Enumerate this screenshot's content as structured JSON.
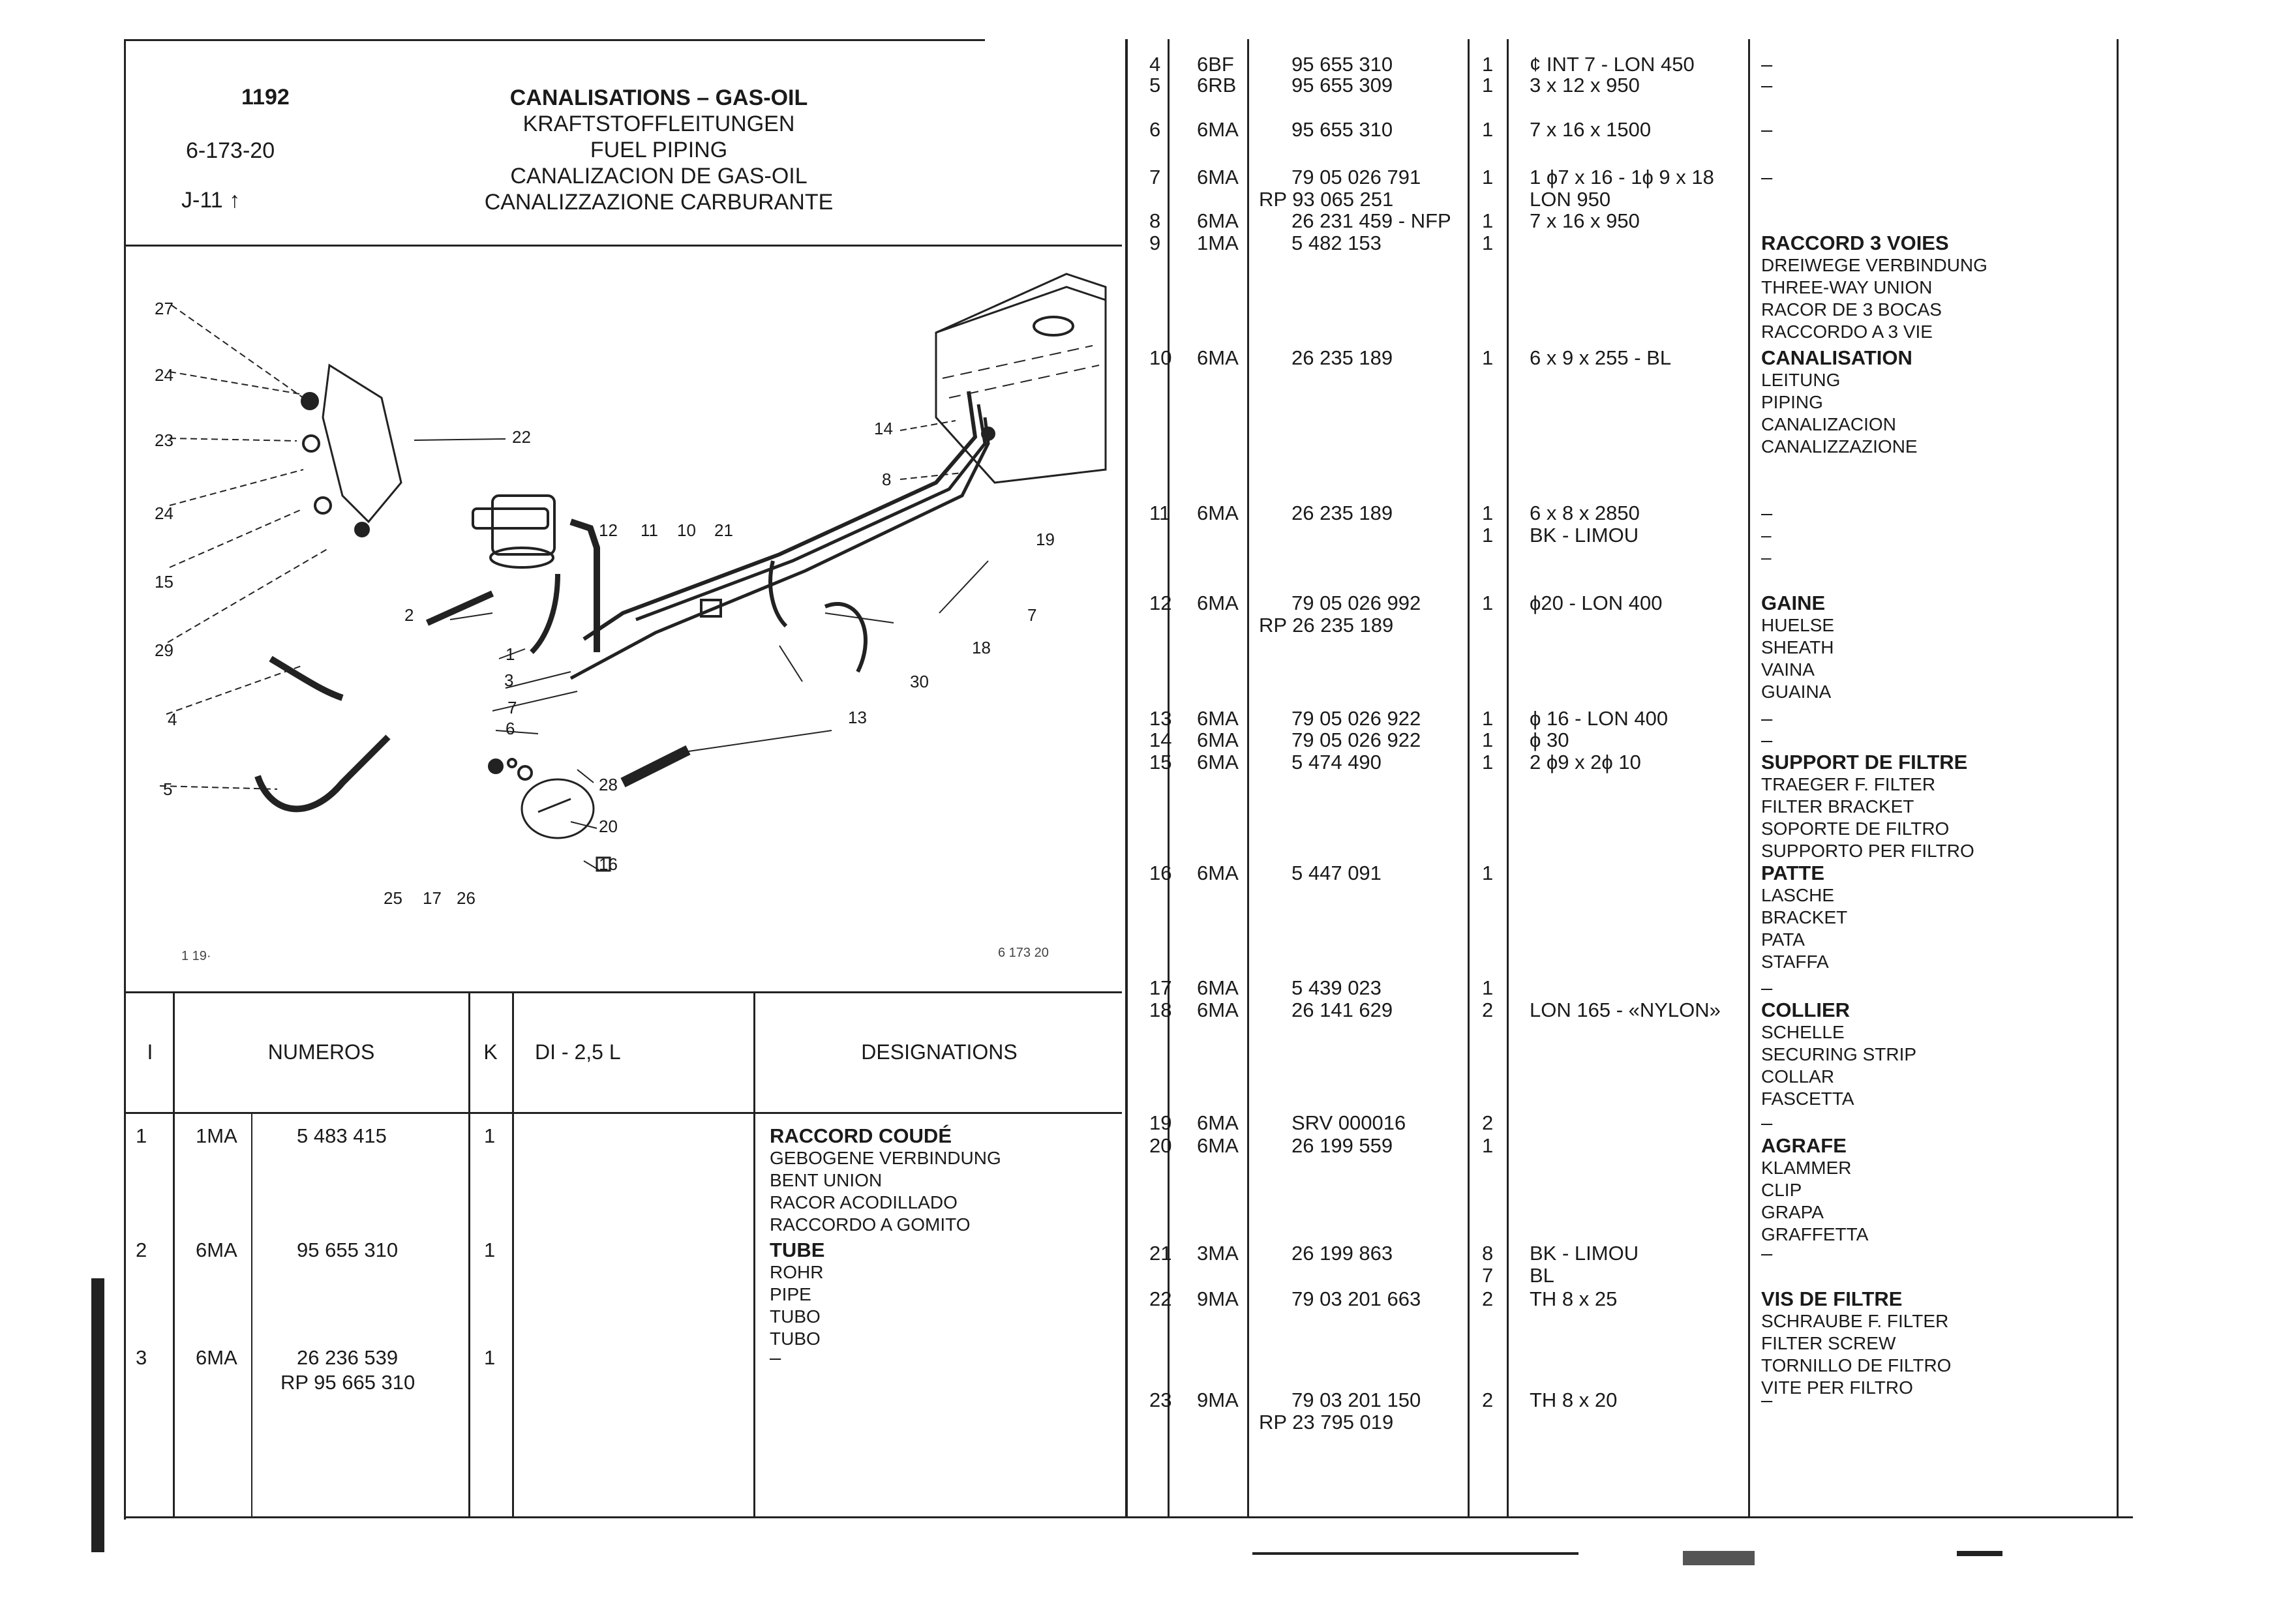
{
  "header": {
    "ref": "1192",
    "code": "6-173-20",
    "jref": "J-11",
    "titles": [
      "CANALISATIONS – GAS-OIL",
      "KRAFTSTOFFLEITUNGEN",
      "FUEL PIPING",
      "CANALIZACION DE GAS-OIL",
      "CANALIZZAZIONE CARBURANTE"
    ]
  },
  "diagram": {
    "corner_left": "1 19·",
    "corner_right": "6 173 20",
    "callouts": [
      "27",
      "24",
      "23",
      "22",
      "14",
      "8",
      "24",
      "15",
      "12",
      "11",
      "10",
      "21",
      "19",
      "2",
      "1",
      "7",
      "29",
      "3",
      "18",
      "30",
      "4",
      "7",
      "6",
      "13",
      "5",
      "28",
      "20",
      "16",
      "25",
      "17",
      "26"
    ]
  },
  "columns": {
    "i": "I",
    "numeros": "NUMEROS",
    "k": "K",
    "di": "DI - 2,5 L",
    "designations": "DESIGNATIONS"
  },
  "left_rows": [
    {
      "i": "1",
      "code": "1MA",
      "num": "5 483 415",
      "rp": "",
      "k": "1",
      "di": "",
      "des": [
        "RACCORD COUDÉ",
        "GEBOGENE VERBINDUNG",
        "BENT UNION",
        "RACOR ACODILLADO",
        "RACCORDO A GOMITO"
      ]
    },
    {
      "i": "2",
      "code": "6MA",
      "num": "95 655 310",
      "rp": "",
      "k": "1",
      "di": "",
      "des": [
        "TUBE",
        "ROHR",
        "PIPE",
        "TUBO",
        "TUBO"
      ]
    },
    {
      "i": "3",
      "code": "6MA",
      "num": "26 236 539",
      "rp": "RP 95 665 310",
      "k": "1",
      "di": "",
      "des": [
        "–"
      ]
    }
  ],
  "right_rows": [
    {
      "i": "4",
      "code": "6BF",
      "num": "95 655 310",
      "rp": "",
      "k": "1",
      "di": "¢ INT 7 - LON 450",
      "des": [
        "–"
      ]
    },
    {
      "i": "5",
      "code": "6RB",
      "num": "95 655 309",
      "rp": "",
      "k": "1",
      "di": "3 x 12 x 950",
      "des": [
        "–"
      ]
    },
    {
      "i": "6",
      "code": "6MA",
      "num": "95 655 310",
      "rp": "",
      "k": "1",
      "di": "7 x 16 x 1500",
      "des": [
        "–"
      ]
    },
    {
      "i": "7",
      "code": "6MA",
      "num": "79 05 026 791",
      "rp": "RP 93 065 251",
      "k": "1",
      "di": "1 ϕ7 x 16 - 1ϕ 9 x 18",
      "di2": "LON 950",
      "des": [
        "–"
      ]
    },
    {
      "i": "8",
      "code": "6MA",
      "num": "26 231 459 - NFP",
      "rp": "",
      "k": "1",
      "di": "7 x 16 x 950",
      "des": []
    },
    {
      "i": "9",
      "code": "1MA",
      "num": "5 482 153",
      "rp": "",
      "k": "1",
      "di": "",
      "des": [
        "RACCORD 3 VOIES",
        "DREIWEGE VERBINDUNG",
        "THREE-WAY UNION",
        "RACOR DE 3 BOCAS",
        "RACCORDO A 3 VIE"
      ]
    },
    {
      "i": "10",
      "code": "6MA",
      "num": "26 235 189",
      "rp": "",
      "k": "1",
      "di": "6 x 9 x 255 - BL",
      "des": [
        "CANALISATION",
        "LEITUNG",
        "PIPING",
        "CANALIZACION",
        "CANALIZZAZIONE"
      ]
    },
    {
      "i": "11",
      "code": "6MA",
      "num": "26 235 189",
      "rp": "",
      "k": "1",
      "di": "6 x 8 x 2850",
      "k2": "1",
      "di2": "BK - LIMOU",
      "des": [
        "–",
        "–",
        "–"
      ]
    },
    {
      "i": "12",
      "code": "6MA",
      "num": "79 05 026 992",
      "rp": "RP 26 235 189",
      "k": "1",
      "di": "ϕ20 - LON 400",
      "des": [
        "GAINE",
        "HUELSE",
        "SHEATH",
        "VAINA",
        "GUAINA"
      ]
    },
    {
      "i": "13",
      "code": "6MA",
      "num": "79 05 026 922",
      "rp": "",
      "k": "1",
      "di": "ϕ 16 - LON 400",
      "des": [
        "–"
      ]
    },
    {
      "i": "14",
      "code": "6MA",
      "num": "79 05 026 922",
      "rp": "",
      "k": "1",
      "di": "ϕ 30",
      "des": [
        "–"
      ]
    },
    {
      "i": "15",
      "code": "6MA",
      "num": "5 474 490",
      "rp": "",
      "k": "1",
      "di": "2 ϕ9 x 2ϕ 10",
      "des": [
        "SUPPORT DE FILTRE",
        "TRAEGER F. FILTER",
        "FILTER BRACKET",
        "SOPORTE DE FILTRO",
        "SUPPORTO PER FILTRO"
      ]
    },
    {
      "i": "16",
      "code": "6MA",
      "num": "5 447 091",
      "rp": "",
      "k": "1",
      "di": "",
      "des": [
        "PATTE",
        "LASCHE",
        "BRACKET",
        "PATA",
        "STAFFA"
      ]
    },
    {
      "i": "17",
      "code": "6MA",
      "num": "5 439 023",
      "rp": "",
      "k": "1",
      "di": "",
      "des": [
        "–"
      ]
    },
    {
      "i": "18",
      "code": "6MA",
      "num": "26 141 629",
      "rp": "",
      "k": "2",
      "di": "LON 165 - «NYLON»",
      "des": [
        "COLLIER",
        "SCHELLE",
        "SECURING STRIP",
        "COLLAR",
        "FASCETTA"
      ]
    },
    {
      "i": "19",
      "code": "6MA",
      "num": "SRV 000016",
      "rp": "",
      "k": "2",
      "di": "",
      "des": [
        "–"
      ]
    },
    {
      "i": "20",
      "code": "6MA",
      "num": "26 199 559",
      "rp": "",
      "k": "1",
      "di": "",
      "des": [
        "AGRAFE",
        "KLAMMER",
        "CLIP",
        "GRAPA",
        "GRAFFETTA"
      ]
    },
    {
      "i": "21",
      "code": "3MA",
      "num": "26 199 863",
      "rp": "",
      "k": "8",
      "di": "BK - LIMOU",
      "k2": "7",
      "di2": "BL",
      "des": [
        "–"
      ]
    },
    {
      "i": "22",
      "code": "9MA",
      "num": "79 03 201 663",
      "rp": "",
      "k": "2",
      "di": "TH 8 x 25",
      "des": [
        "VIS DE FILTRE",
        "SCHRAUBE F. FILTER",
        "FILTER SCREW",
        "TORNILLO DE FILTRO",
        "VITE PER FILTRO"
      ]
    },
    {
      "i": "23",
      "code": "9MA",
      "num": "79 03 201 150",
      "rp": "RP 23 795 019",
      "k": "2",
      "di": "TH 8 x 20",
      "des": [
        "–"
      ]
    }
  ]
}
